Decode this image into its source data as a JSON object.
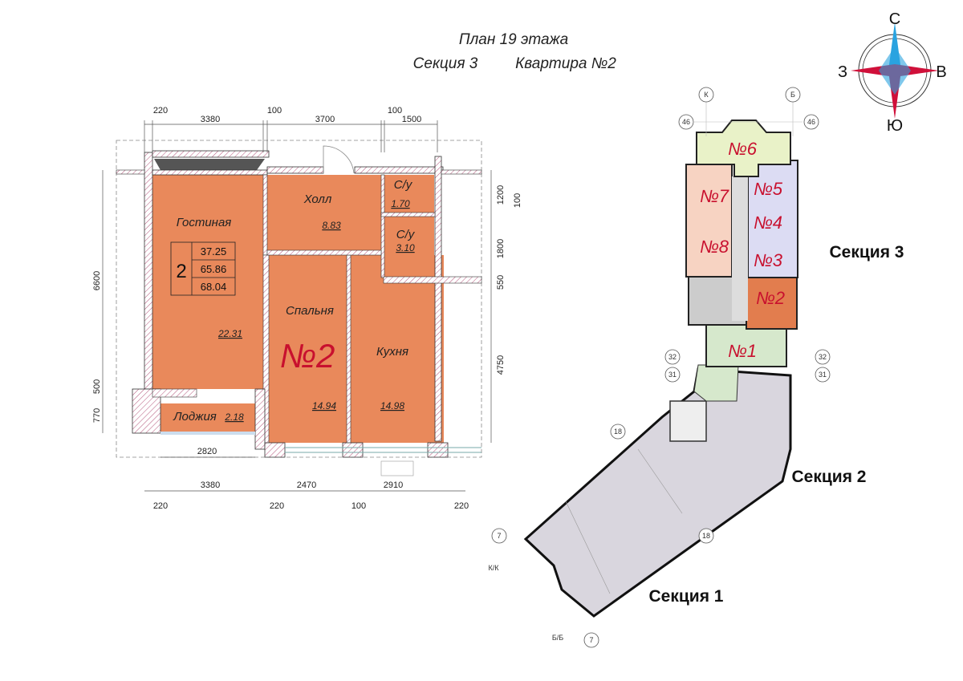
{
  "title": {
    "line1": "План 19 этажа",
    "line2_section": "Секция 3",
    "line2_apartment": "Квартира №2"
  },
  "compass": {
    "north": "С",
    "south": "Ю",
    "west": "З",
    "east": "В"
  },
  "apartment": {
    "number_label": "№2",
    "rooms_count": "2",
    "areas": {
      "living": "37.25",
      "total": "65.86",
      "total_with_loggia": "68.04"
    },
    "rooms": [
      {
        "name": "Гостиная",
        "area": "22.31"
      },
      {
        "name": "Холл",
        "area": "8.83"
      },
      {
        "name": "С/у",
        "area": "1.70"
      },
      {
        "name": "С/у",
        "area": "3.10"
      },
      {
        "name": "Спальня",
        "area": "14.94"
      },
      {
        "name": "Кухня",
        "area": "14.98"
      },
      {
        "name": "Лоджия",
        "area": "2.18"
      }
    ]
  },
  "dimensions": {
    "top": [
      "220",
      "3380",
      "100",
      "3700",
      "100",
      "1500"
    ],
    "left": [
      "6600",
      "500",
      "770"
    ],
    "right": [
      "1200",
      "100",
      "1800",
      "550",
      "4750"
    ],
    "bottom_inner": [
      "2820"
    ],
    "bottom": [
      "3380",
      "2470",
      "2910"
    ],
    "bottom_walls": [
      "220",
      "220",
      "100",
      "220"
    ]
  },
  "site_plan": {
    "units": [
      "№6",
      "№7",
      "№5",
      "№4",
      "№8",
      "№3",
      "№2",
      "№1"
    ],
    "sections": [
      "Секция 3",
      "Секция 2",
      "Секция 1"
    ],
    "axes": [
      "К",
      "Б",
      "46",
      "46",
      "32",
      "31",
      "32",
      "31",
      "18",
      "18",
      "7",
      "К/К",
      "Б/Б",
      "7"
    ]
  },
  "colors": {
    "apartment": "#E9895B",
    "highlight_unit": "#E27D4E",
    "unit_number": "#c8102e",
    "unit6": "#e9f2c8",
    "unit_west": "#f7d3c2",
    "unit_east": "#dcdcf3",
    "unit1": "#d6e8cc",
    "sections_1_2": "#d9d6de"
  }
}
